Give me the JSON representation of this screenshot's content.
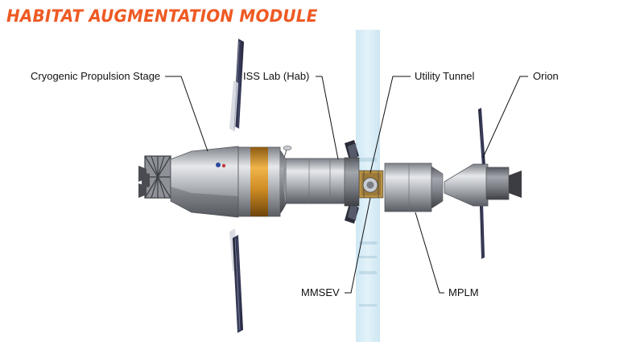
{
  "title": "HABITAT AUGMENTATION MODULE",
  "colors": {
    "title": "#ee5a24",
    "hull": "#a9adb3",
    "band": "#c78a25",
    "panel": "#30334a",
    "tunnel": "#d7ecf6",
    "leader": "#111111"
  },
  "labels": {
    "cps": "Cryogenic Propulsion Stage",
    "iss_lab": "ISS Lab (Hab)",
    "utility_tunnel": "Utility Tunnel",
    "orion": "Orion",
    "mmsev": "MMSEV",
    "mplm": "MPLM"
  }
}
